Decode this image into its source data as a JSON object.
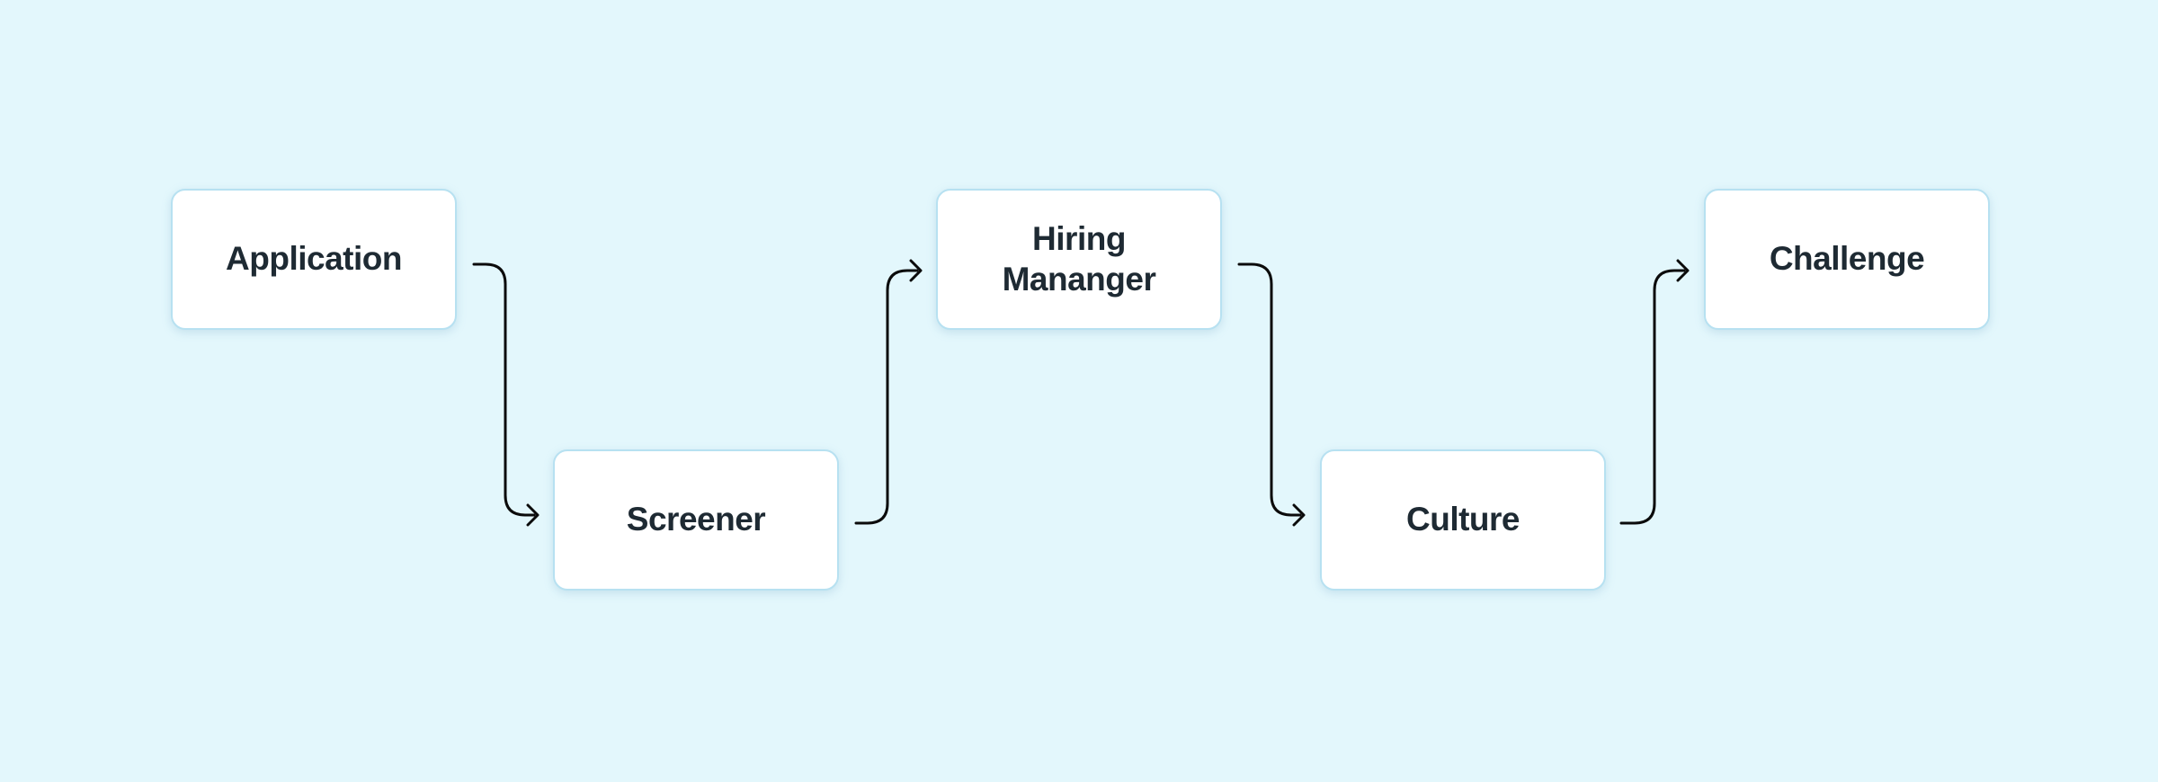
{
  "colors": {
    "background": "#e3f7fc",
    "node_fill": "#ffffff",
    "node_border": "#b7e1f1",
    "text": "#1e2a33",
    "arrow": "#0b0b0b"
  },
  "diagram": {
    "type": "flowchart",
    "nodes": [
      {
        "id": "application",
        "label": "Application"
      },
      {
        "id": "screener",
        "label": "Screener"
      },
      {
        "id": "hiring-manager",
        "label": "Hiring Mananger"
      },
      {
        "id": "culture",
        "label": "Culture"
      },
      {
        "id": "challenge",
        "label": "Challenge"
      }
    ],
    "edges": [
      {
        "from": "Application",
        "to": "Screener"
      },
      {
        "from": "Screener",
        "to": "Hiring Mananger"
      },
      {
        "from": "Hiring Mananger",
        "to": "Culture"
      },
      {
        "from": "Culture",
        "to": "Challenge"
      }
    ]
  }
}
